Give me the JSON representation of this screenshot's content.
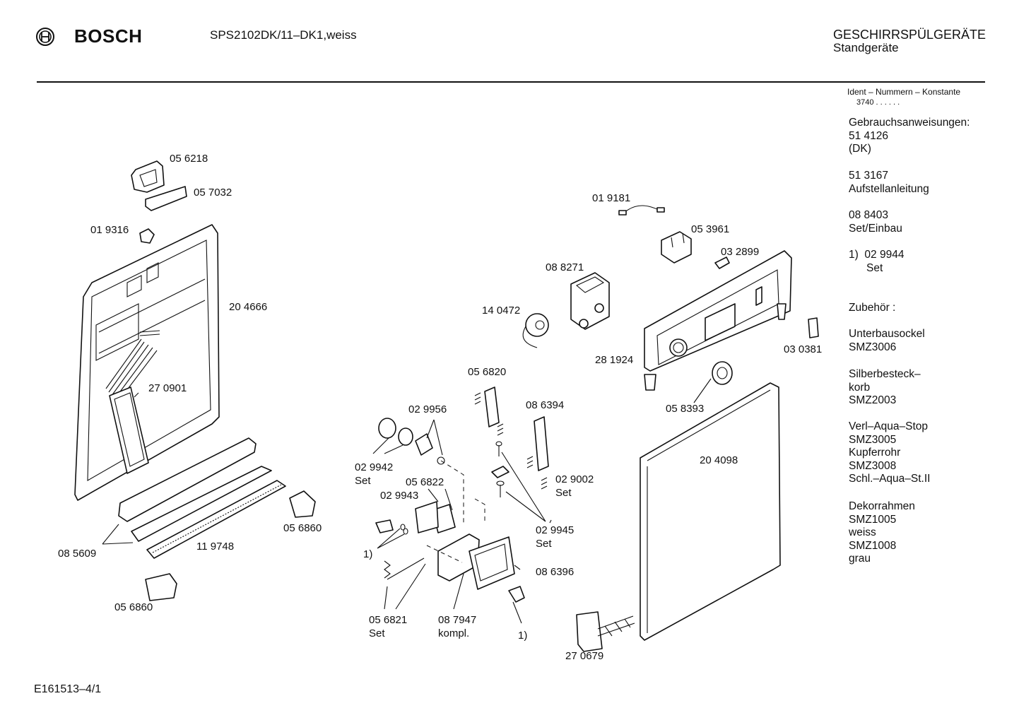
{
  "header": {
    "brand": "BOSCH",
    "model": "SPS2102DK/11–DK1,weiss",
    "category": "GESCHIRRSPÜLGERÄTE",
    "subcategory": "Standgeräte"
  },
  "sidebar": {
    "ident_label": "Ident – Nummern – Konstante",
    "ident_value": "3740 . .  . . . .",
    "manual_title": "Gebrauchsanweisungen:",
    "manual_number": "51 4126",
    "manual_lang": "(DK)",
    "install_number": "51 3167",
    "install_label": "Aufstellanleitung",
    "set_number": "08 8403",
    "set_label": "Set/Einbau",
    "footnote_marker": "1)",
    "footnote_number": "02 9944",
    "footnote_label": "Set",
    "accessories_title": "Zubehör :",
    "acc1_name": "Unterbausockel",
    "acc1_code": "SMZ3006",
    "acc2_name_1": "Silberbesteck–",
    "acc2_name_2": "korb",
    "acc2_code": "SMZ2003",
    "acc3_name": "Verl–Aqua–Stop",
    "acc3_code": "SMZ3005",
    "acc4_name": "Kupferrohr",
    "acc4_code": "SMZ3008",
    "acc5_name": "Schl.–Aqua–St.II",
    "acc6_name": "Dekorrahmen",
    "acc6_code": "SMZ1005",
    "acc6_color": "weiss",
    "acc7_code": "SMZ1008",
    "acc7_color": "grau"
  },
  "parts": {
    "p056218": "05 6218",
    "p057032": "05 7032",
    "p019316": "01 9316",
    "p204666": "20 4666",
    "p270901": "27 0901",
    "p085609": "08 5609",
    "p119748": "11 9748",
    "p056860a": "05 6860",
    "p056860b": "05 6860",
    "p019181": "01 9181",
    "p053961": "05 3961",
    "p032899": "03 2899",
    "p088271": "08 8271",
    "p140472": "14 0472",
    "p281924": "28 1924",
    "p030381": "03 0381",
    "p058393": "05 8393",
    "p056820": "05 6820",
    "p086394": "08 6394",
    "p029956": "02 9956",
    "p029942": "02 9942",
    "p029942set": "Set",
    "p056822": "05 6822",
    "p029943": "02 9943",
    "p029002": "02 9002",
    "p029002set": "Set",
    "p029945": "02 9945",
    "p029945set": "Set",
    "p204098": "20 4098",
    "p086396": "08 6396",
    "fn1a": "1)",
    "fn1b": "1)",
    "p056821": "05 6821",
    "p056821set": "Set",
    "p087947": "08 7947",
    "p087947k": "kompl.",
    "p270679": "27 0679"
  },
  "footer": {
    "code": "E161513–4/1"
  }
}
